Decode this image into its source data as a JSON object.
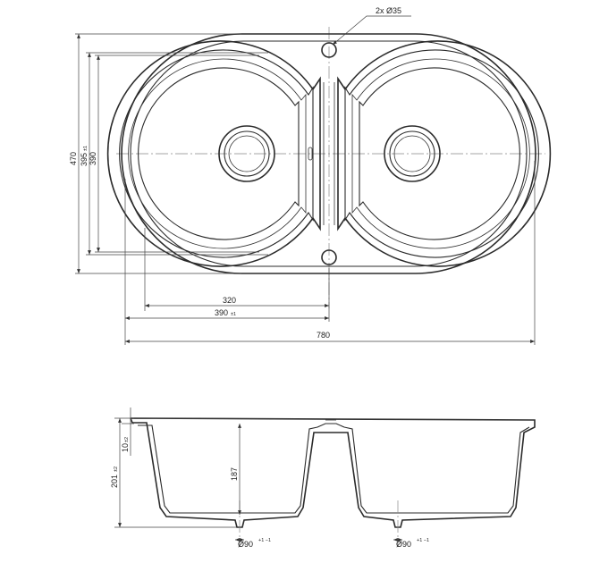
{
  "dims": {
    "holes": "2x Ø35",
    "total_height": "470",
    "height_395": "395",
    "height_395_tol": "±1",
    "height_390": "390",
    "width_320": "320",
    "width_390": "390",
    "width_390_tol": "±1",
    "total_width": "780",
    "depth_187": "187",
    "rim_10": "10",
    "rim_10_tol": "±2",
    "height_201": "201",
    "height_201_tol": "±2",
    "drain_left": "Ø90",
    "drain_right": "Ø90",
    "drain_tol": "+1 −1"
  }
}
